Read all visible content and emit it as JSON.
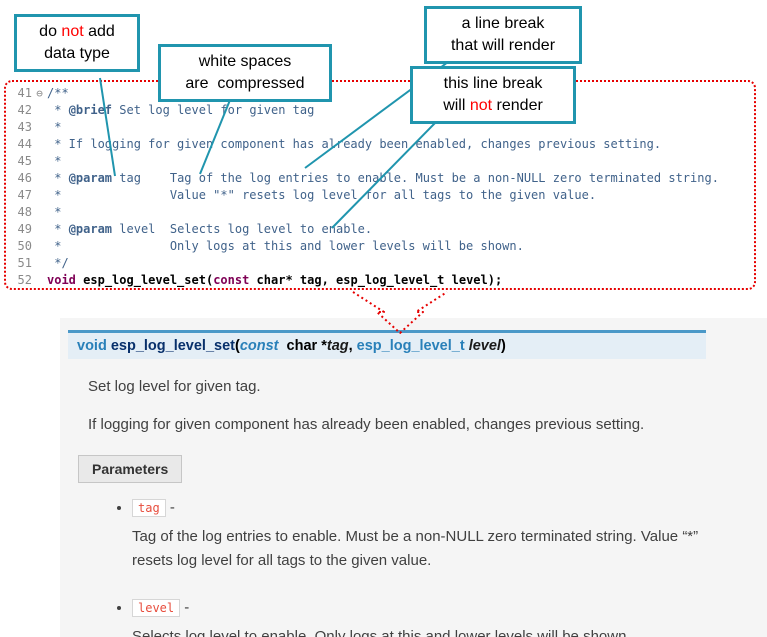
{
  "callouts": {
    "box1": {
      "lines": [
        [
          {
            "s": "do "
          },
          {
            "s": "not",
            "c": "red"
          },
          {
            "s": " add"
          }
        ],
        [
          {
            "s": "data type"
          }
        ]
      ]
    },
    "box2": {
      "lines": [
        [
          {
            "s": "white spaces"
          }
        ],
        [
          {
            "s": "are  compressed"
          }
        ]
      ]
    },
    "box3": {
      "lines": [
        [
          {
            "s": "a line break"
          }
        ],
        [
          {
            "s": "that will render"
          }
        ]
      ]
    },
    "box4": {
      "lines": [
        [
          {
            "s": "this line break"
          }
        ],
        [
          {
            "s": "will "
          },
          {
            "s": "not",
            "c": "red"
          },
          {
            "s": " render"
          }
        ]
      ]
    }
  },
  "code": {
    "fold_glyph": "⊖",
    "lines": [
      {
        "num": "41",
        "fold": true,
        "segs": [
          {
            "s": "/**",
            "c": "comment"
          }
        ]
      },
      {
        "num": "42",
        "segs": [
          {
            "s": " * ",
            "c": "comment"
          },
          {
            "s": "@brief",
            "c": "tag"
          },
          {
            "s": " Set log level for given tag",
            "c": "comment"
          }
        ]
      },
      {
        "num": "43",
        "segs": [
          {
            "s": " *",
            "c": "comment"
          }
        ]
      },
      {
        "num": "44",
        "segs": [
          {
            "s": " * If logging for given component has already been enabled, changes previous setting.",
            "c": "comment"
          }
        ]
      },
      {
        "num": "45",
        "segs": [
          {
            "s": " *",
            "c": "comment"
          }
        ]
      },
      {
        "num": "46",
        "segs": [
          {
            "s": " * ",
            "c": "comment"
          },
          {
            "s": "@param",
            "c": "tag"
          },
          {
            "s": " tag    Tag of the log entries to enable. Must be a non-NULL zero terminated string.",
            "c": "comment"
          }
        ]
      },
      {
        "num": "47",
        "segs": [
          {
            "s": " *               Value \"*\" resets log level for all tags to the given value.",
            "c": "comment"
          }
        ]
      },
      {
        "num": "48",
        "segs": [
          {
            "s": " *",
            "c": "comment"
          }
        ]
      },
      {
        "num": "49",
        "segs": [
          {
            "s": " * ",
            "c": "comment"
          },
          {
            "s": "@param",
            "c": "tag"
          },
          {
            "s": " level  Selects log level to enable.",
            "c": "comment"
          }
        ]
      },
      {
        "num": "50",
        "segs": [
          {
            "s": " *               Only logs at this and lower levels will be shown.",
            "c": "comment"
          }
        ]
      },
      {
        "num": "51",
        "segs": [
          {
            "s": " */",
            "c": "comment"
          }
        ]
      },
      {
        "num": "52",
        "segs": [
          {
            "s": "void",
            "c": "kw"
          },
          {
            "s": " ",
            "c": "plain"
          },
          {
            "s": "esp_log_level_set",
            "c": "fn"
          },
          {
            "s": "(",
            "c": "plain"
          },
          {
            "s": "const",
            "c": "kw"
          },
          {
            "s": " char* tag, esp_log_level_t level);",
            "c": "plain"
          }
        ]
      }
    ]
  },
  "doc": {
    "signature": {
      "lines": [
        [
          {
            "s": "void",
            "c": "kw"
          },
          {
            "s": " ",
            "c": "p"
          },
          {
            "s": "esp_log_level_set",
            "c": "name"
          },
          {
            "s": "(",
            "c": "p"
          },
          {
            "s": "const",
            "c": "kwi"
          },
          {
            "s": "  char *",
            "c": "p"
          },
          {
            "s": "tag",
            "c": "param"
          },
          {
            "s": ", ",
            "c": "p"
          },
          {
            "s": "esp_log_level_t",
            "c": "type"
          },
          {
            "s": " ",
            "c": "p"
          },
          {
            "s": "level",
            "c": "param"
          },
          {
            "s": ")",
            "c": "p"
          }
        ]
      ]
    },
    "para1": "Set log level for given tag.",
    "para2": "If logging for given component has already been enabled, changes previous setting.",
    "parameters_label": "Parameters",
    "params": [
      {
        "name": "tag",
        "sep": "-",
        "desc": "Tag of the log entries to enable. Must be a non-NULL zero terminated string. Value “*” resets log level for all tags to the given value."
      },
      {
        "name": "level",
        "sep": "-",
        "desc": "Selects log level to enable. Only logs at this and lower levels will be shown."
      }
    ]
  }
}
